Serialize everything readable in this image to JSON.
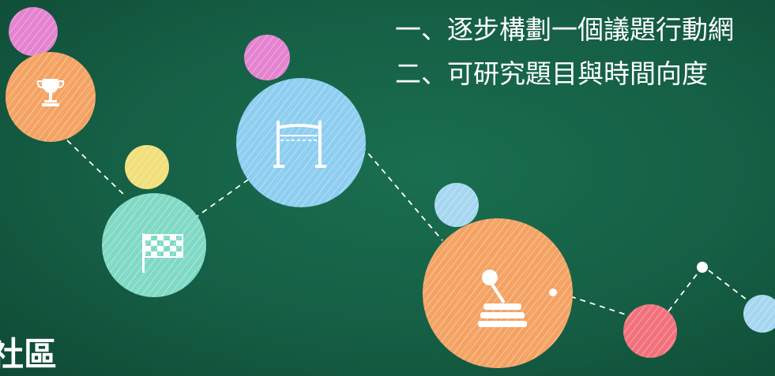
{
  "agenda": [
    "一、逐步構劃一個議題行動網",
    "二、可研究題目與時間向度"
  ],
  "title_fragment": "社區",
  "colors": {
    "background": "#155f45",
    "orange": "#f4a262",
    "blue": "#8dcdf0",
    "teal": "#7fd9c4",
    "pink": "#e483cf",
    "yellow": "#f1df7a",
    "red": "#f2717c",
    "light_blue": "#a6d7f0"
  },
  "icons": [
    "trophy-icon",
    "finish-gate-icon",
    "checkered-flag-icon",
    "gear-lever-icon"
  ]
}
